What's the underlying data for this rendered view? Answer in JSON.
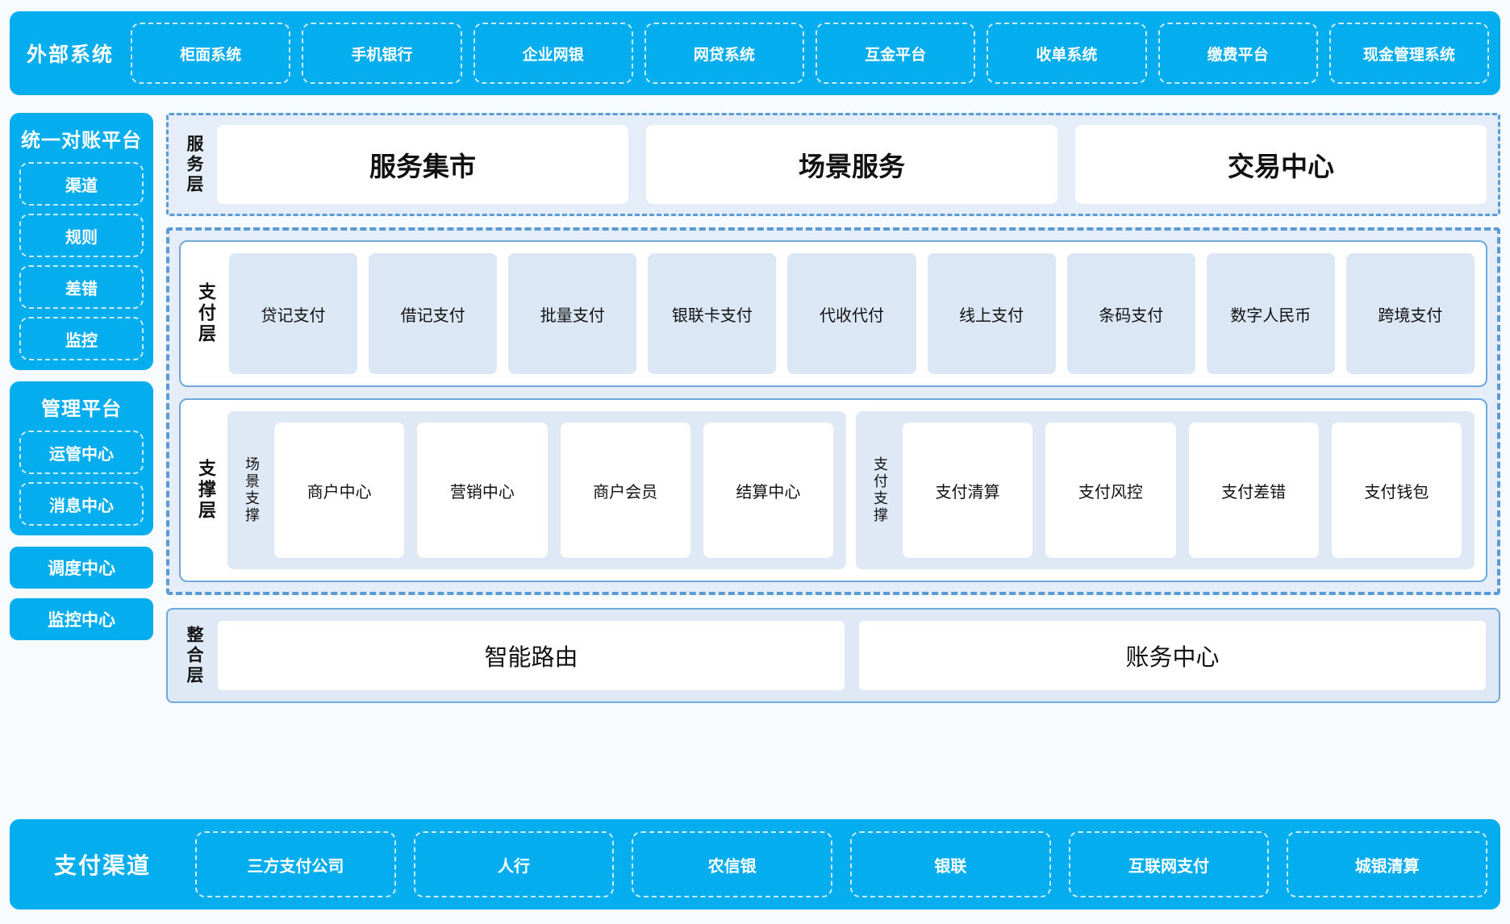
{
  "colors": {
    "brand_cyan": "#03ADEE",
    "dash_blue": "#5B9BD5",
    "panel_fill": "#E5EDF8",
    "cell_fill": "#DCE7F5",
    "page_bg": "#F7FBFD"
  },
  "external_systems": {
    "title": "外部系统",
    "items": [
      "柜面系统",
      "手机银行",
      "企业网银",
      "网贷系统",
      "互金平台",
      "收单系统",
      "缴费平台",
      "现金管理系统"
    ]
  },
  "left_column": {
    "reconciliation_platform": {
      "title": "统一对账平台",
      "items": [
        "渠道",
        "规则",
        "差错",
        "监控"
      ]
    },
    "management_platform": {
      "title": "管理平台",
      "items": [
        "运管中心",
        "消息中心"
      ]
    },
    "standalone": [
      "调度中心",
      "监控中心"
    ]
  },
  "service_layer": {
    "label": "服务层",
    "cards": [
      "服务集市",
      "场景服务",
      "交易中心"
    ]
  },
  "payment_layer": {
    "label": "支付层",
    "cells": [
      "贷记支付",
      "借记支付",
      "批量支付",
      "银联卡支付",
      "代收代付",
      "线上支付",
      "条码支付",
      "数字人民币",
      "跨境支付"
    ]
  },
  "support_layer": {
    "label": "支撑层",
    "groups": [
      {
        "label": "场景支撑",
        "cards": [
          "商户中心",
          "营销中心",
          "商户会员",
          "结算中心"
        ]
      },
      {
        "label": "支付支撑",
        "cards": [
          "支付清算",
          "支付风控",
          "支付差错",
          "支付钱包"
        ]
      }
    ]
  },
  "integration_layer": {
    "label": "整合层",
    "cards": [
      "智能路由",
      "账务中心"
    ]
  },
  "payment_channels": {
    "title": "支付渠道",
    "items": [
      "三方支付公司",
      "人行",
      "农信银",
      "银联",
      "互联网支付",
      "城银清算"
    ]
  }
}
